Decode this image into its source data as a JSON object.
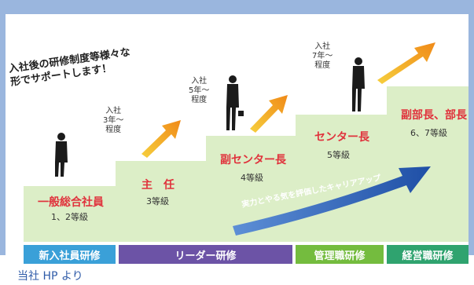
{
  "intro_text": "入社後の研修制度等様々な\n形でサポートします！",
  "join_notes": [
    "入社\n3年〜\n程度",
    "入社\n5年〜\n程度",
    "入社\n7年〜\n程度"
  ],
  "steps": [
    {
      "name": "一般総合社員",
      "grade": "1、2等級"
    },
    {
      "name": "主　任",
      "grade": "3等級"
    },
    {
      "name": "副センター長",
      "grade": "4等級"
    },
    {
      "name": "センター長",
      "grade": "5等級"
    },
    {
      "name": "副部長、部長",
      "grade": "6、7等級"
    }
  ],
  "career_arrow_text": "実力とやる気を評価したキャリアアップ",
  "training_bars": [
    {
      "label": "新入社員研修",
      "color": "#3aa0d8"
    },
    {
      "label": "リーダー研修",
      "color": "#6c53a6"
    },
    {
      "label": "管理職研修",
      "color": "#74bc3e"
    },
    {
      "label": "経営職研修",
      "color": "#2fa36f"
    }
  ],
  "caption": "当社 HP より",
  "colors": {
    "frame": "#9ab6de",
    "step": "#dceec7",
    "career_arrow": "#2d5fb0",
    "step_text": "#e0323c",
    "caption": "#2f5ba8"
  }
}
